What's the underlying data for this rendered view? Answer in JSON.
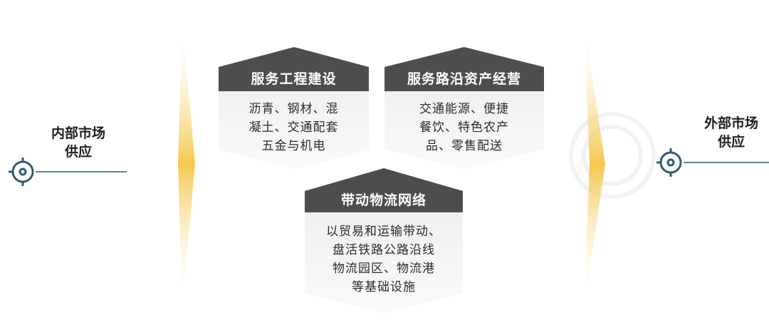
{
  "left": {
    "label": "内部市场\n供应",
    "icon": "target-icon"
  },
  "right": {
    "label": "外部市场\n供应",
    "icon": "target-icon"
  },
  "hexagons": [
    {
      "title": "服务工程建设",
      "body": "沥青、钢材、混\n凝土、交通配套\n五金与机电"
    },
    {
      "title": "服务路沿资产经营",
      "body": "交通能源、便捷\n餐饮、特色农产\n品、零售配送"
    },
    {
      "title": "带动物流网络",
      "body": "以贸易和运输带动、\n盘活铁路公路沿线\n物流园区、物流港\n等基础设施"
    }
  ],
  "colors": {
    "hex_header": "#4d4d4d",
    "hex_fill": "#f2f2f2",
    "accent_teal": "#2f5d73",
    "accent_gold": "#f3c23a"
  }
}
